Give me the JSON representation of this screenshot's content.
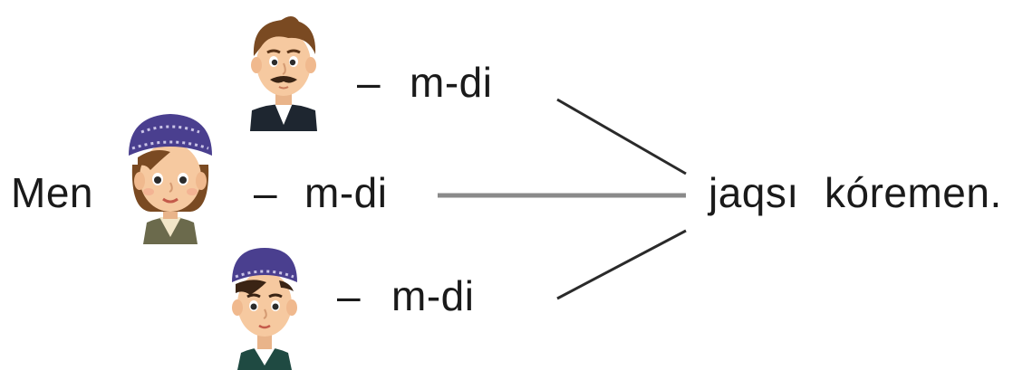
{
  "sentence": {
    "subject": "Men",
    "predicate_object": "jaqsı",
    "predicate_verb": "kóremen."
  },
  "rows": [
    {
      "dash": "–",
      "word": "m-di",
      "person": "father-face-icon"
    },
    {
      "dash": "–",
      "word": "m-di",
      "person": "grandpa-boy-face-icon"
    },
    {
      "dash": "–",
      "word": "m-di",
      "person": "boy-face-icon"
    }
  ],
  "colors": {
    "text": "#1a1a1a",
    "line_dark": "#2a2a2a",
    "line_gray": "#8a8a8a",
    "hair_brown": "#7a4a22",
    "skin": "#f6c9a0",
    "cap_purple": "#4a3f8f",
    "coat_dark": "#1e2630"
  }
}
